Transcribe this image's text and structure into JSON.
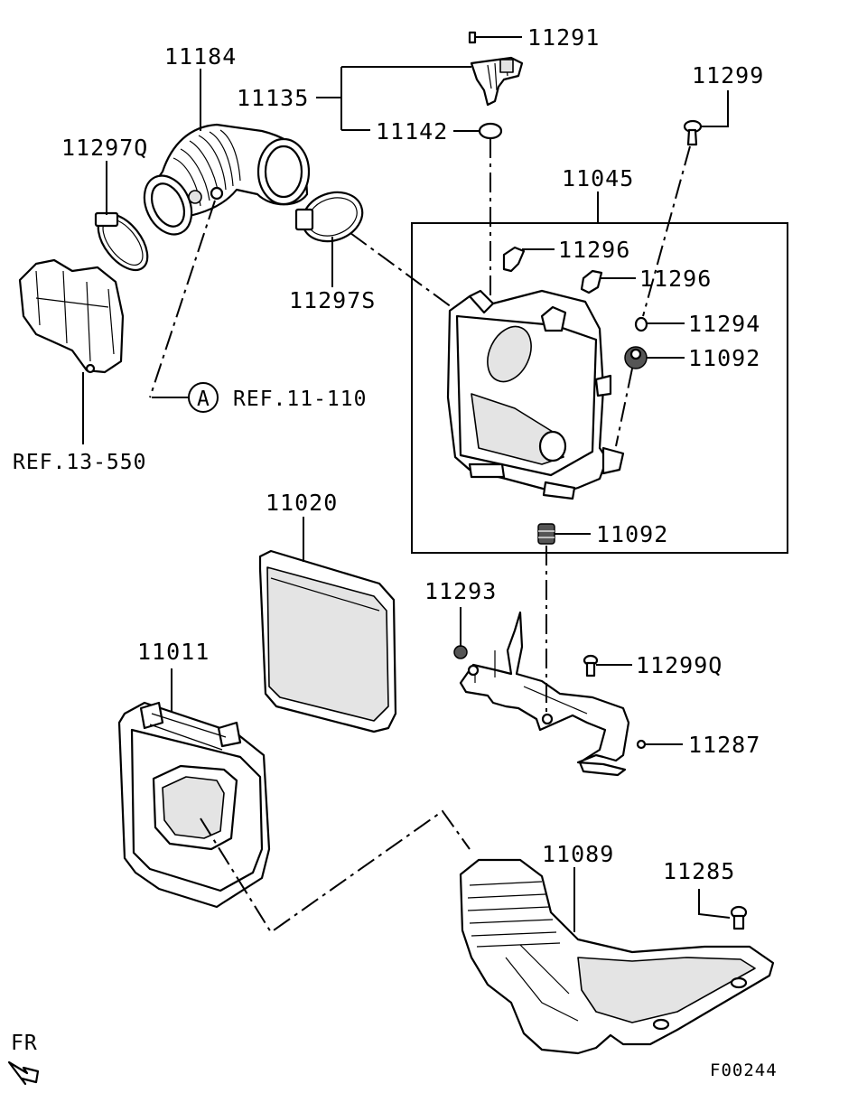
{
  "labels": {
    "p11291": "11291",
    "p11184": "11184",
    "p11135": "11135",
    "p11142": "11142",
    "p11299": "11299",
    "p11297q": "11297Q",
    "p11045": "11045",
    "p11296a": "11296",
    "p11296b": "11296",
    "p11294": "11294",
    "p11092a": "11092",
    "p11297s": "11297S",
    "p11092b": "11092",
    "p11020": "11020",
    "p11293": "11293",
    "p11299q": "11299Q",
    "p11011": "11011",
    "p11287": "11287",
    "p11089": "11089",
    "p11285": "11285"
  },
  "references": {
    "ref_a_letter": "A",
    "ref_11_110": "REF.11-110",
    "ref_13_550": "REF.13-550"
  },
  "direction": "FR",
  "figure_code": "F00244"
}
